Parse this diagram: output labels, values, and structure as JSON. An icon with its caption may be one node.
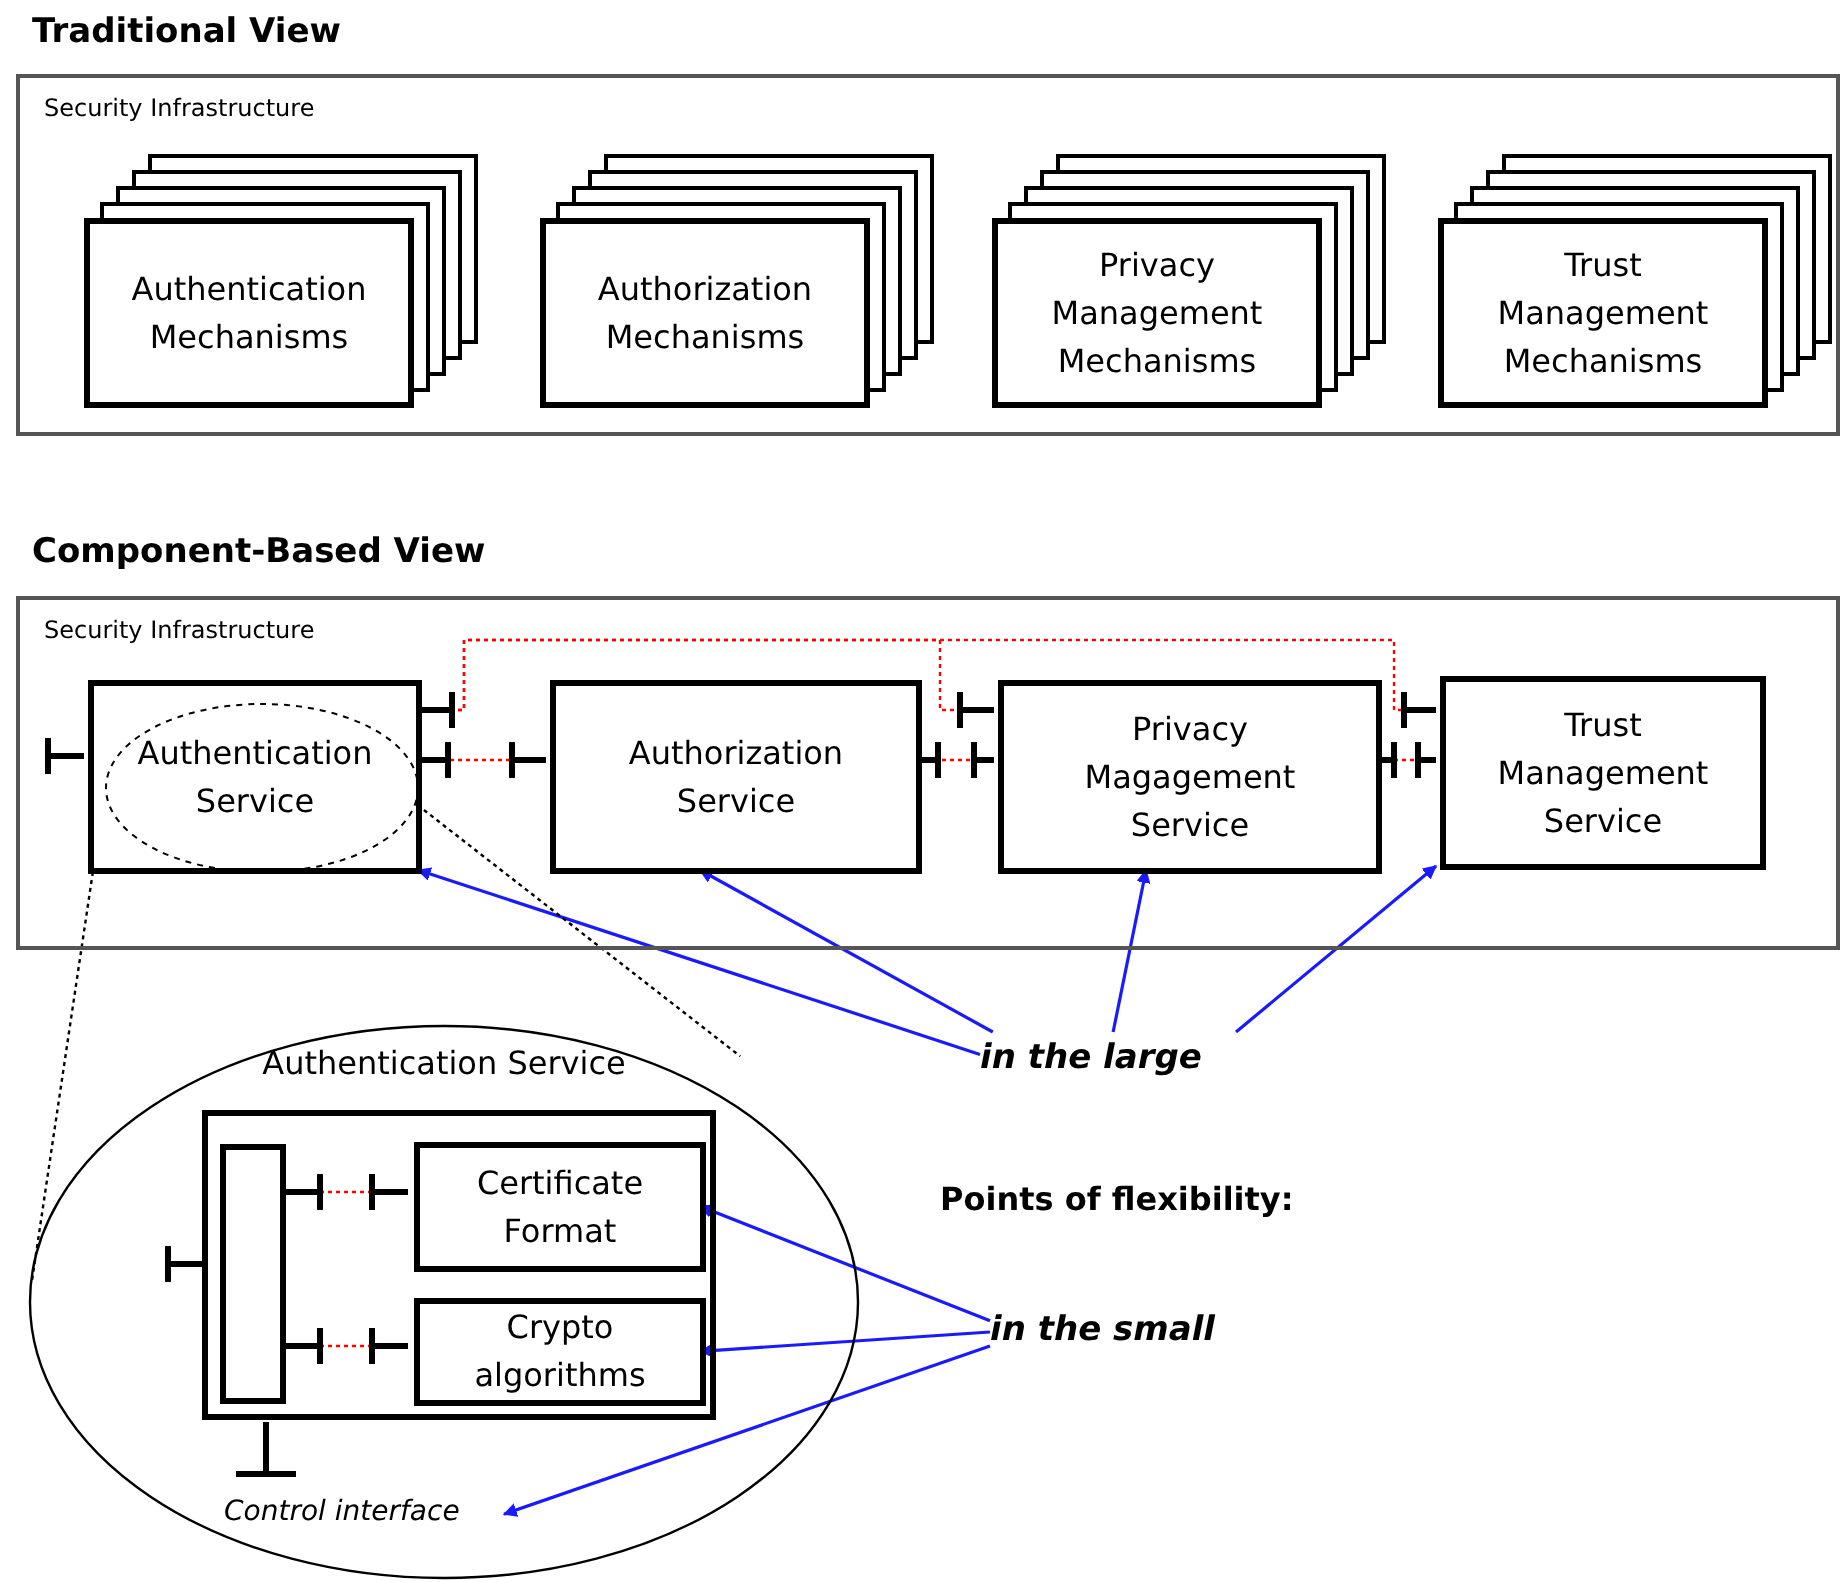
{
  "diagram": {
    "nodes": [
      {
        "text": [
          "Security Infrastructure"
        ]
      },
      {
        "text": [
          "Authentication Mechanisms"
        ],
        "in": 0
      },
      {
        "text": [
          "Authorization Mechanisms"
        ],
        "in": 0
      },
      {
        "text": [
          "Privacy Management Mechanisms"
        ],
        "in": 0
      },
      {
        "text": [
          "Trust Management Mechanisms"
        ],
        "in": 0
      },
      {
        "text": [
          "Security Infrastructure"
        ]
      },
      {
        "text": [
          "Authentication Service"
        ],
        "in": 5
      },
      {
        "text": [
          "Authorization Service"
        ],
        "in": 5
      },
      {
        "text": [
          "Privacy Magagement Service"
        ],
        "in": 5
      },
      {
        "text": [
          "Trust Management Service"
        ],
        "in": 5
      },
      {
        "text": [
          "Authentication Service"
        ]
      },
      {
        "text": [],
        "shape": "box",
        "in": 10
      },
      {
        "text": [],
        "shape": "bar",
        "in": 11
      },
      {
        "text": [
          "Certificate Format"
        ],
        "in": 11
      },
      {
        "text": [
          "Crypto algorithms"
        ],
        "in": 11
      },
      {
        "text": [
          "Control interface"
        ],
        "in": 10
      },
      {
        "text": [
          "in the large"
        ]
      },
      {
        "text": [
          "in the small"
        ]
      }
    ],
    "edges": [
      {
        "from": 6,
        "to": 7,
        "arrow": "none",
        "style": "dashed",
        "color": "#ff0000"
      },
      {
        "from": 6,
        "to": 8,
        "arrow": "none",
        "style": "dashed",
        "color": "#ff0000"
      },
      {
        "from": 6,
        "to": 9,
        "arrow": "none",
        "style": "dashed",
        "color": "#ff0000"
      },
      {
        "from": 7,
        "to": 8,
        "arrow": "none",
        "style": "dashed",
        "color": "#ff0000"
      },
      {
        "from": 8,
        "to": 9,
        "arrow": "none",
        "style": "dashed",
        "color": "#ff0000"
      },
      {
        "from": 12,
        "to": 13,
        "arrow": "none",
        "style": "dashed",
        "color": "#ff0000"
      },
      {
        "from": 12,
        "to": 14,
        "arrow": "none",
        "style": "dashed",
        "color": "#ff0000"
      },
      {
        "from": 16,
        "to": 6,
        "arrow": "to",
        "color": "#1a1aff"
      },
      {
        "from": 16,
        "to": 7,
        "arrow": "to",
        "color": "#1a1aff"
      },
      {
        "from": 16,
        "to": 8,
        "arrow": "to",
        "color": "#1a1aff"
      },
      {
        "from": 16,
        "to": 9,
        "arrow": "to",
        "color": "#1a1aff"
      },
      {
        "from": 17,
        "to": 13,
        "arrow": "to",
        "color": "#1a1aff"
      },
      {
        "from": 17,
        "to": 14,
        "arrow": "to",
        "color": "#1a1aff"
      },
      {
        "from": 17,
        "to": 15,
        "arrow": "to",
        "color": "#1a1aff"
      },
      {
        "from": 6,
        "to": 10,
        "arrow": "none",
        "style": "dashed",
        "color": "#000000"
      },
      {
        "from": 6,
        "to": 10,
        "arrow": "none",
        "style": "dashed",
        "color": "#000000"
      }
    ],
    "labels": [
      "Traditional View",
      "Component-Based View",
      "Points of flexibility:"
    ]
  }
}
